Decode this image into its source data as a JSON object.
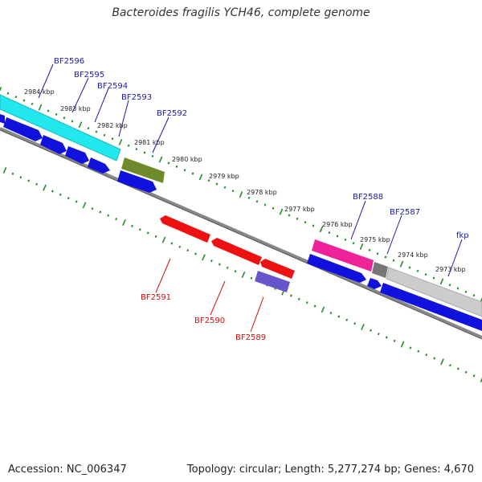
{
  "title": "Bacteroides fragilis YCH46, complete genome",
  "footer": {
    "accession": "Accession: NC_006347",
    "summary": "Topology: circular; Length: 5,277,274 bp; Genes: 4,670"
  },
  "colors": {
    "backbone": "#888888",
    "tick": "#2a8a2a",
    "forward_label": "#1a1aaa",
    "reverse_label": "#cc1111"
  },
  "kbp_labels": [
    "2984 kbp",
    "2983 kbp",
    "2982 kbp",
    "2981 kbp",
    "2980 kbp",
    "2979 kbp",
    "2978 kbp",
    "2977 kbp",
    "2976 kbp",
    "2975 kbp",
    "2974 kbp",
    "2973 kbp"
  ],
  "gene_labels_top": [
    "BF2596",
    "BF2595",
    "BF2594",
    "BF2593",
    "BF2592",
    "BF2588",
    "BF2587",
    "fkp"
  ],
  "gene_labels_bottom": [
    "BF2591",
    "BF2590",
    "BF2589"
  ],
  "legend_colors": {
    "cyan": "#22e8ee",
    "blue": "#1111dd",
    "olive": "#6f8a2a",
    "red": "#ee1111",
    "magenta": "#ee2299",
    "purple": "#6655cc",
    "grey": "#aaaaaa"
  }
}
